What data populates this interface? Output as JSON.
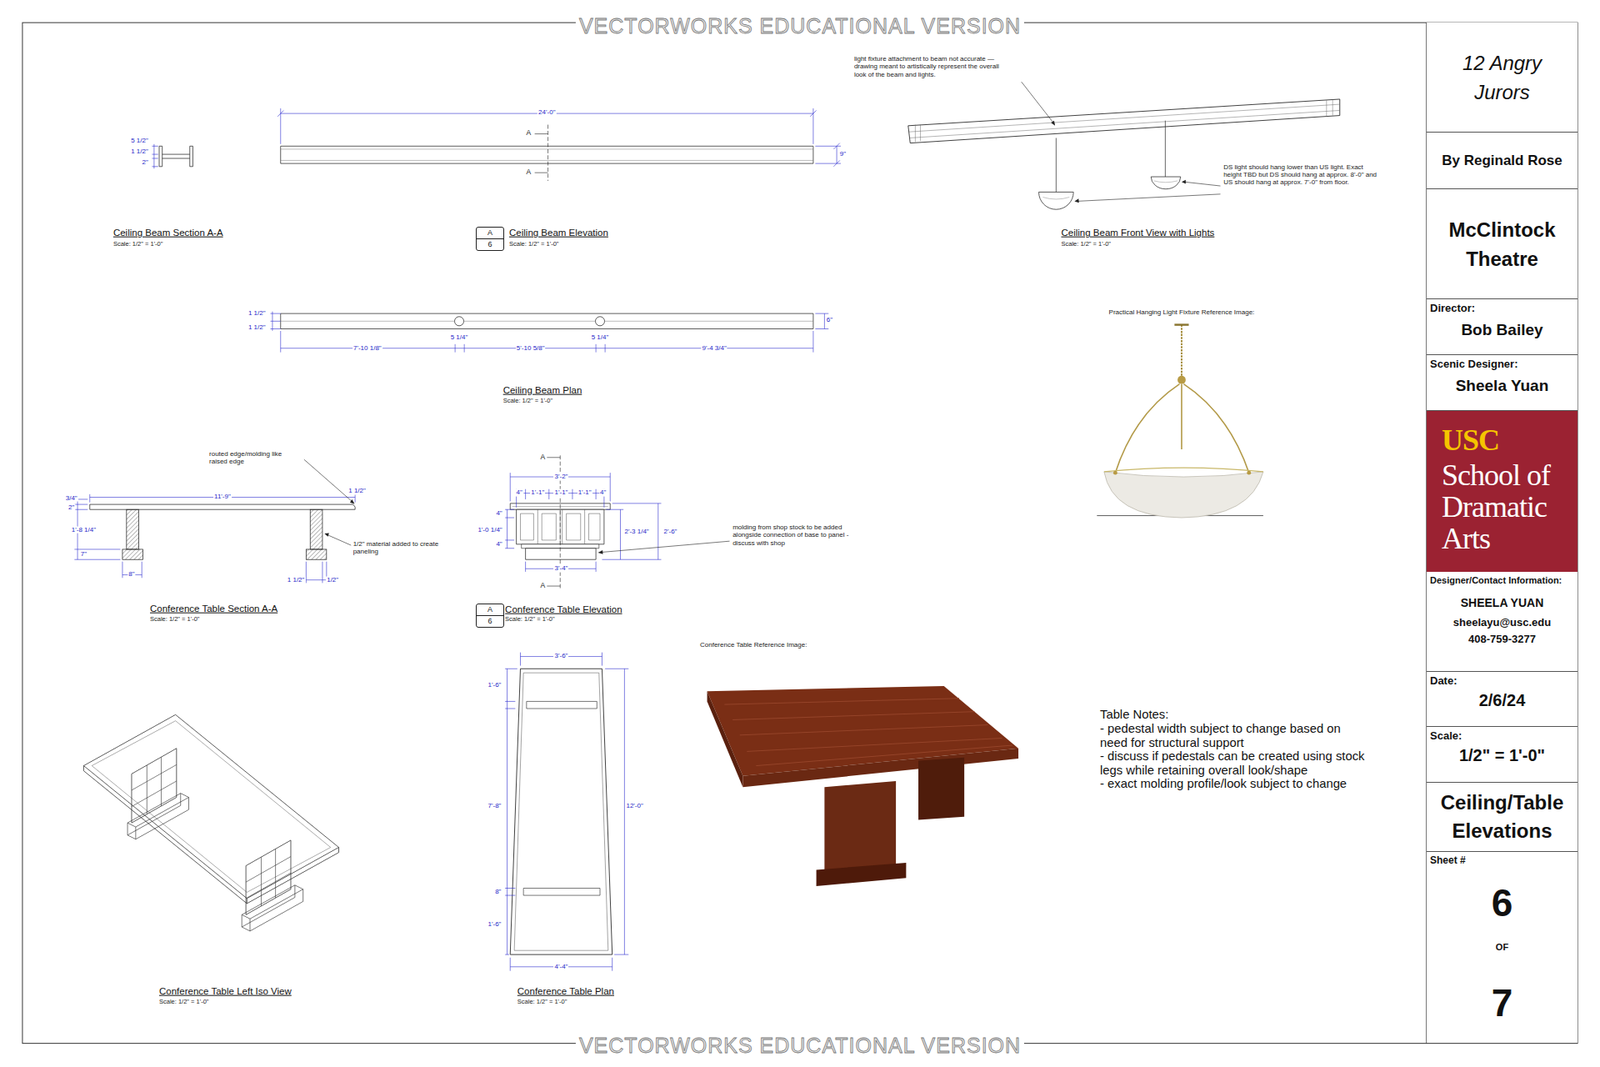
{
  "diagram": {
    "nodes": [
      {
        "text": [
          "A",
          "6"
        ]
      },
      {
        "text": [
          "A",
          "6"
        ]
      },
      {
        "text": [
          "12 Angry Jurors"
        ]
      },
      {
        "text": [
          "By Reginald Rose"
        ]
      },
      {
        "text": [
          "McClintock Theatre"
        ]
      },
      {
        "text": [
          "Director:",
          "Bob Bailey"
        ]
      },
      {
        "text": [
          "Scenic Designer:",
          "Sheela Yuan"
        ]
      },
      {
        "text": [
          "USC",
          "School of Dramatic Arts"
        ]
      },
      {
        "text": [
          "Designer/Contact Information:",
          "SHEELA YUAN",
          "sheelayu@usc.edu",
          "408-759-3277"
        ]
      },
      {
        "text": [
          "Date:",
          "2/6/24"
        ]
      },
      {
        "text": [
          "Scale:",
          "1/2\" = 1'-0\""
        ]
      },
      {
        "text": [
          "Ceiling/Table Elevations"
        ]
      },
      {
        "text": [
          "Sheet #",
          "6",
          "OF",
          "7"
        ]
      }
    ],
    "labels": [
      "VECTORWORKS EDUCATIONAL VERSION",
      "5 1/2\"",
      "1 1/2\"",
      "2\"",
      "24'-0\"",
      "A",
      "A",
      "9\"",
      "light fixture attachment to beam not accurate — drawing meant to artistically represent the overall look of the beam and lights.",
      "Ceiling Beam Section A-A",
      "Scale: 1/2\" = 1'-0\"",
      "Ceiling Beam Elevation",
      "Scale: 1/2\" = 1'-0\"",
      "DS light should hang lower than US light. Exact height TBD but DS should hang at approx. 8'-0\" and US should hang at approx. 7'-0\" from floor.",
      "Ceiling Beam Front View with Lights",
      "Scale: 1/2\" = 1'-0\"",
      "1 1/2\"",
      "1 1/2\"",
      "6\"",
      "7'-10 1/8\"",
      "5 1/4\"",
      "5'-10 5/8\"",
      "5 1/4\"",
      "9'-4 3/4\"",
      "Ceiling Beam Plan",
      "Scale: 1/2\" = 1'-0\"",
      "Practical Hanging Light Fixture Reference Image:",
      "routed edge/molding like raised edge",
      "3/4\"",
      "2\"",
      "11'-9\"",
      "1 1/2\"",
      "1'-8 1/4\"",
      "7\"",
      "1/2\" material added to create paneling",
      "8\"",
      "1 1/2\"",
      "1/2\"",
      "Conference Table Section A-A",
      "Scale: 1/2\" = 1'-0\"",
      "A",
      "3'-2\"",
      "4\"",
      "1'-1\"",
      "1'-1\"",
      "1'-1\"",
      "4\"",
      "4\"",
      "1'-0 1/4\"",
      "4\"",
      "2'-3 1/4\"",
      "2'-6\"",
      "3'-4\"",
      "A",
      "molding from shop stock to be added alongside connection of base to panel - discuss with shop",
      "Conference Table Elevation",
      "Scale: 1/2\" = 1'-0\"",
      "Conference Table Reference Image:",
      "3'-6\"",
      "1'-6\"",
      "7'-8\"",
      "12'-0\"",
      "8\"",
      "1'-6\"",
      "4'-4\"",
      "Table Notes:",
      "- pedestal width subject to change based on need for structural support",
      "- discuss if pedestals can be created using stock legs while retaining overall look/shape",
      "- exact molding profile/look subject to change",
      "Conference Table Left Iso View",
      "Scale: 1/2\" = 1'-0\"",
      "Conference Table Plan",
      "Scale: 1/2\" = 1'-0\"",
      "VECTORWORKS EDUCATIONAL VERSION"
    ]
  }
}
